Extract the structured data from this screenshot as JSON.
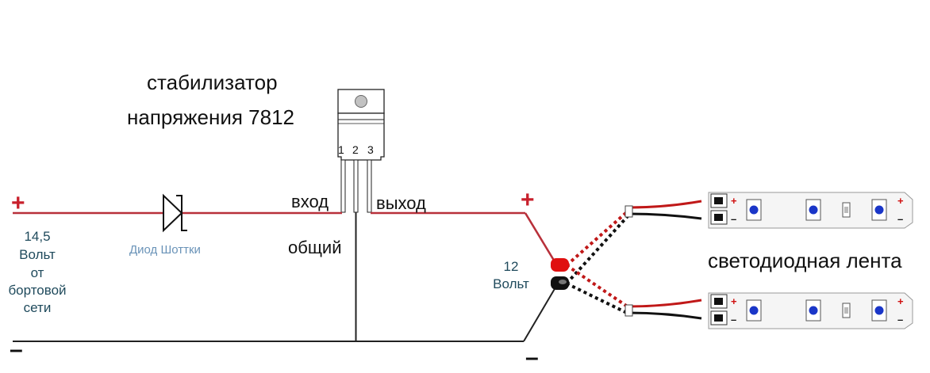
{
  "diagram": {
    "regulator": {
      "title_line1": "стабилизатор",
      "title_line2": "напряжения 7812",
      "pins": [
        "1",
        "2",
        "3"
      ],
      "input_label": "вход",
      "output_label": "выход",
      "common_label": "общий"
    },
    "diode": {
      "label": "Диод Шоттки"
    },
    "source": {
      "plus": "+",
      "minus": "–",
      "lines": [
        "14,5",
        "Вольт",
        "от",
        "бортовой",
        "сети"
      ]
    },
    "output": {
      "plus": "+",
      "minus": "–",
      "lines": [
        "12",
        "Вольт"
      ]
    },
    "led_strip": {
      "label": "светодиодная лента",
      "plus": "+",
      "minus": "–"
    },
    "colors": {
      "positive_wire": "#b8303a",
      "negative_wire": "#111111",
      "connector_red": "#e01010",
      "led_blue": "#1a36c8",
      "label_teal": "#1f4a5c",
      "label_blue": "#6a93b8"
    }
  }
}
